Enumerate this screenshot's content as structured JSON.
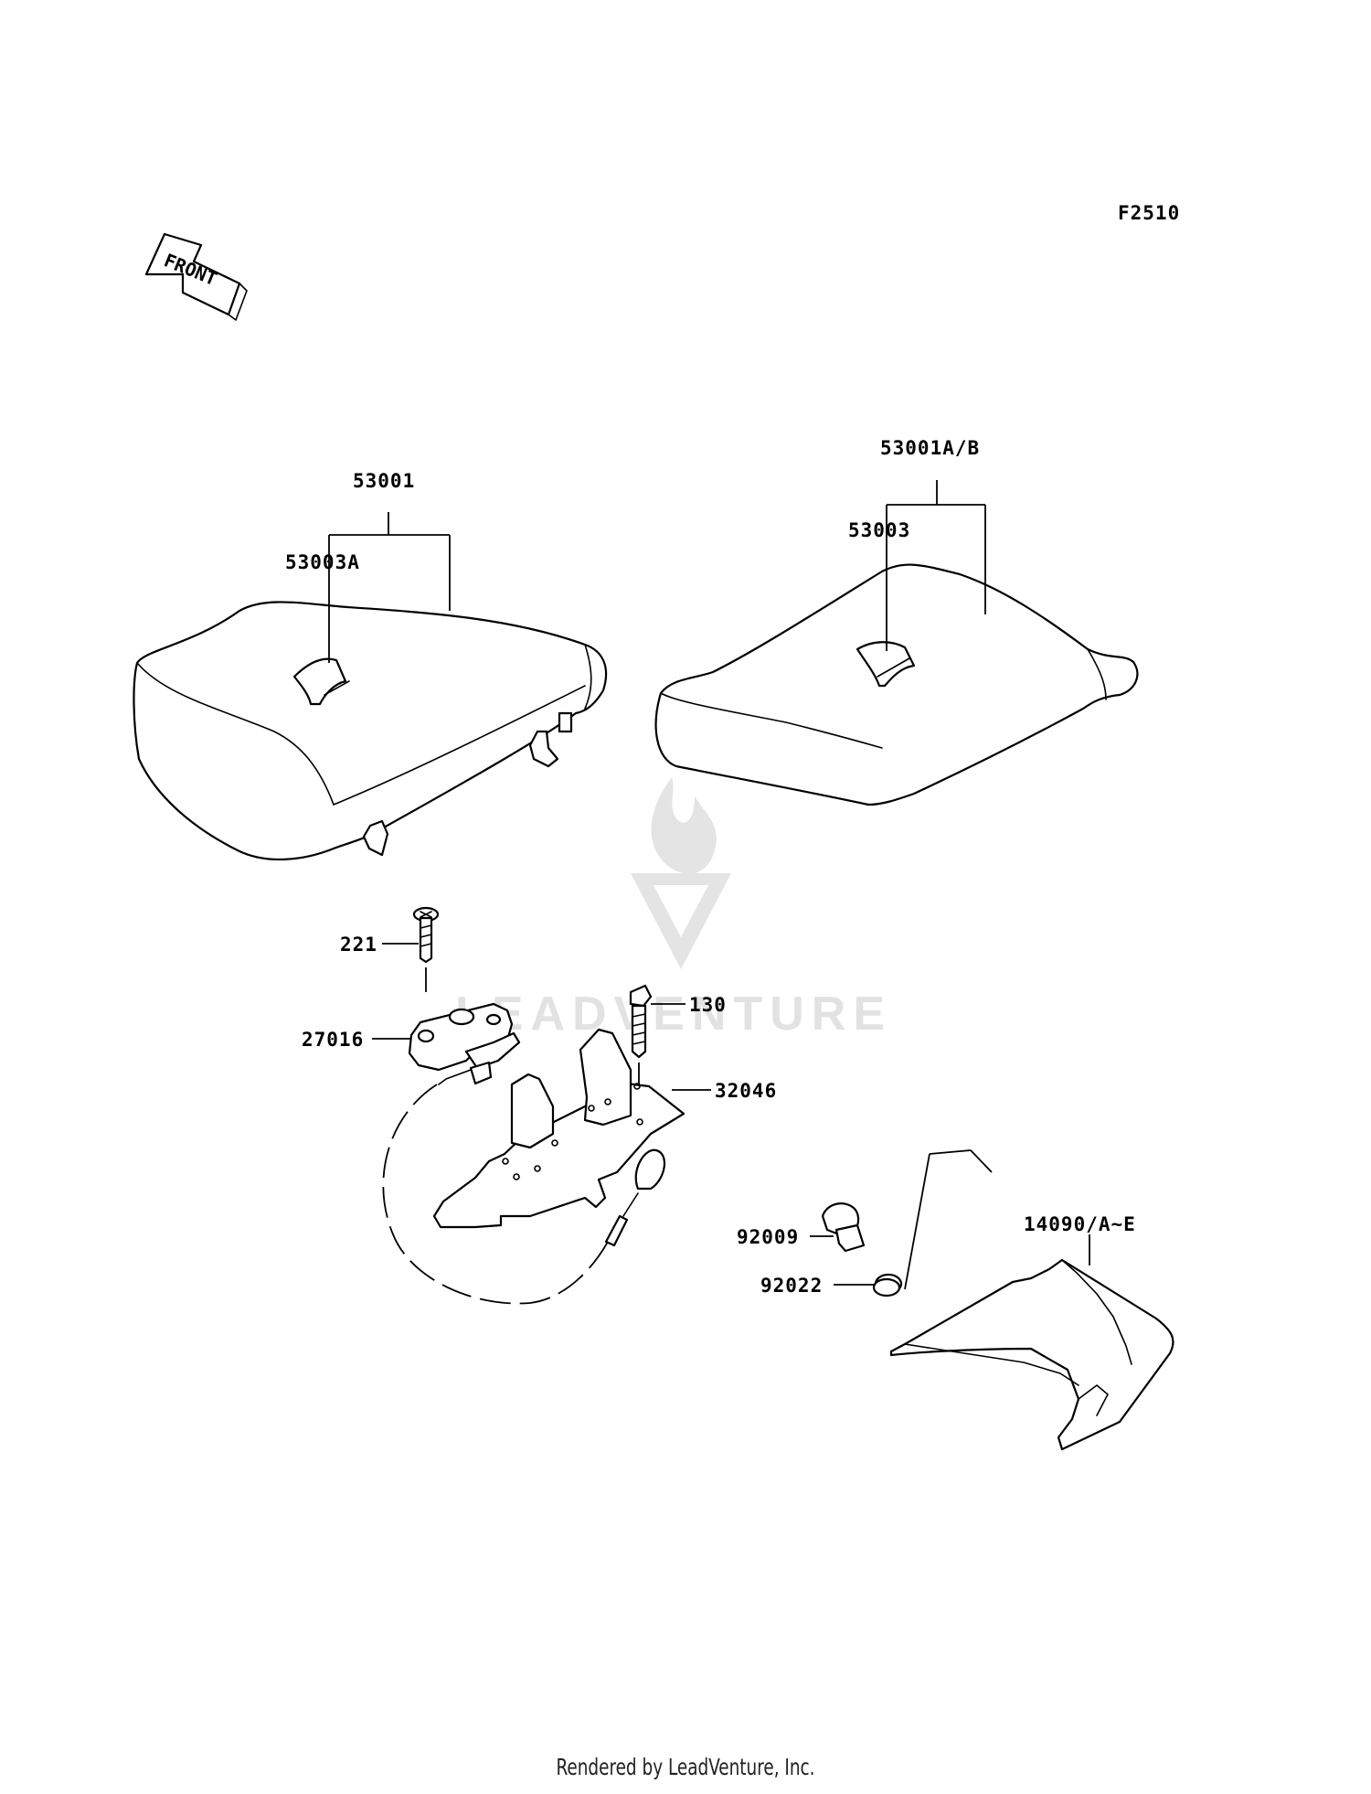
{
  "figure_code": "F2510",
  "front_marker": "FRONT",
  "watermark": "LEADVENTURE",
  "footer": "Rendered by LeadVenture, Inc.",
  "callouts": {
    "seat_front_assy": "53001",
    "seat_front_cover": "53003A",
    "seat_rear_assy": "53001A/B",
    "seat_rear_cover": "53003",
    "screw": "221",
    "bolt": "130",
    "lock_assy": "27016",
    "bracket": "32046",
    "bolt_plug": "92009",
    "washer": "92022",
    "cover": "14090/A~E"
  }
}
